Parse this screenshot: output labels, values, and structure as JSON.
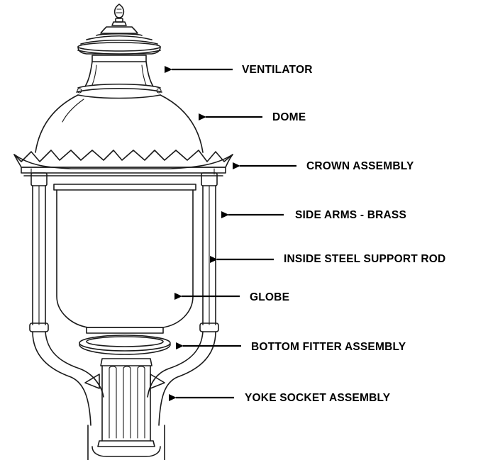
{
  "callouts": [
    {
      "id": "ventilator",
      "label": "VENTILATOR"
    },
    {
      "id": "dome",
      "label": "DOME"
    },
    {
      "id": "crown-assembly",
      "label": "CROWN ASSEMBLY"
    },
    {
      "id": "side-arms",
      "label": "SIDE ARMS - BRASS"
    },
    {
      "id": "inside-steel-support-rod",
      "label": "INSIDE STEEL SUPPORT ROD"
    },
    {
      "id": "globe",
      "label": "GLOBE"
    },
    {
      "id": "bottom-fitter-assembly",
      "label": "BOTTOM FITTER ASSEMBLY"
    },
    {
      "id": "yoke-socket-assembly",
      "label": "YOKE SOCKET ASSEMBLY"
    }
  ]
}
